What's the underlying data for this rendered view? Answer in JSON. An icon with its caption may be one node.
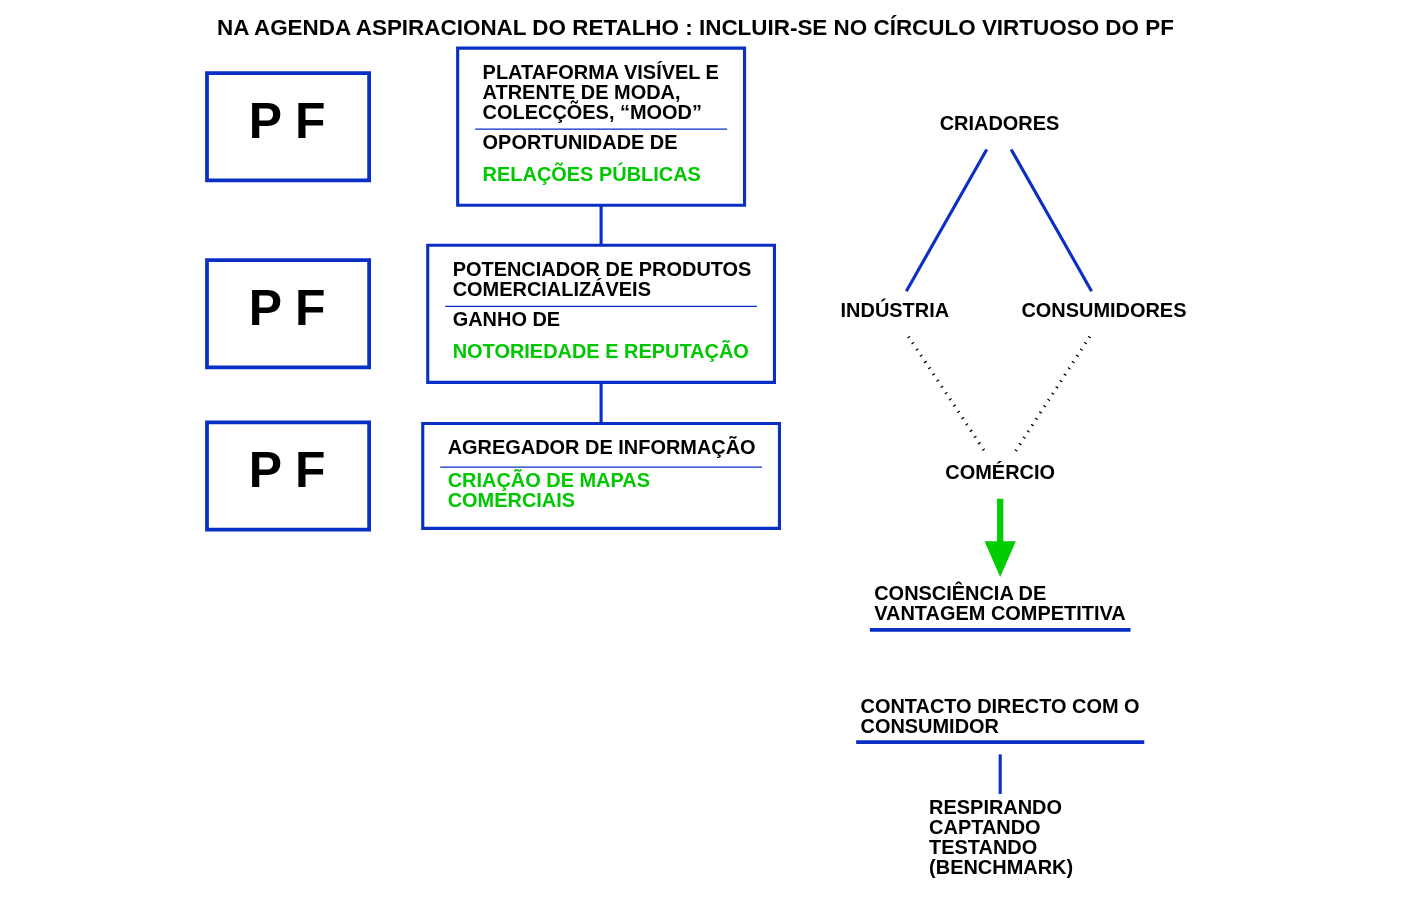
{
  "diagram": {
    "title": "NA AGENDA ASPIRACIONAL DO RETALHO : INCLUIR-SE NO CÍRCULO VIRTUOSO DO PF",
    "nodes": [
      {
        "text": [
          "P F"
        ]
      },
      {
        "text": [
          "PLATAFORMA VISÍVEL E ATRENTE DE MODA, COLECÇÕES, “MOOD”",
          "OPORTUNIDADE DE",
          "RELAÇÕES PÚBLICAS"
        ]
      },
      {
        "text": [
          "P F"
        ]
      },
      {
        "text": [
          "POTENCIADOR DE PRODUTOS COMERCIALIZÁVEIS",
          "GANHO DE",
          "NOTORIEDADE E REPUTAÇÃO"
        ]
      },
      {
        "text": [
          "P F"
        ]
      },
      {
        "text": [
          "AGREGADOR DE INFORMAÇÃO",
          "CRIAÇÃO DE MAPAS COMERCIAIS"
        ]
      },
      {
        "text": [
          "CRIADORES"
        ]
      },
      {
        "text": [
          "INDÚSTRIA"
        ]
      },
      {
        "text": [
          "CONSUMIDORES"
        ]
      },
      {
        "text": [
          "COMÉRCIO"
        ]
      },
      {
        "text": [
          "CONSCIÊNCIA DE VANTAGEM COMPETITIVA"
        ]
      },
      {
        "text": [
          "CONTACTO DIRECTO COM O CONSUMIDOR"
        ]
      },
      {
        "text": [
          "RESPIRANDO",
          "CAPTANDO",
          "TESTANDO",
          "(BENCHMARK)"
        ]
      }
    ],
    "edges": [
      {
        "from": 1,
        "to": 3,
        "arrow": "none"
      },
      {
        "from": 3,
        "to": 5,
        "arrow": "none"
      },
      {
        "from": 6,
        "to": 7,
        "arrow": "none"
      },
      {
        "from": 6,
        "to": 8,
        "arrow": "none"
      },
      {
        "from": 7,
        "to": 9,
        "arrow": "none",
        "style": "dashed",
        "color": "#000000"
      },
      {
        "from": 8,
        "to": 9,
        "arrow": "none",
        "style": "dashed",
        "color": "#000000"
      },
      {
        "from": 9,
        "to": 10,
        "arrow": "to",
        "style": "thick",
        "color": "#00cc00"
      },
      {
        "from": 11,
        "to": 12,
        "arrow": "none"
      }
    ]
  }
}
